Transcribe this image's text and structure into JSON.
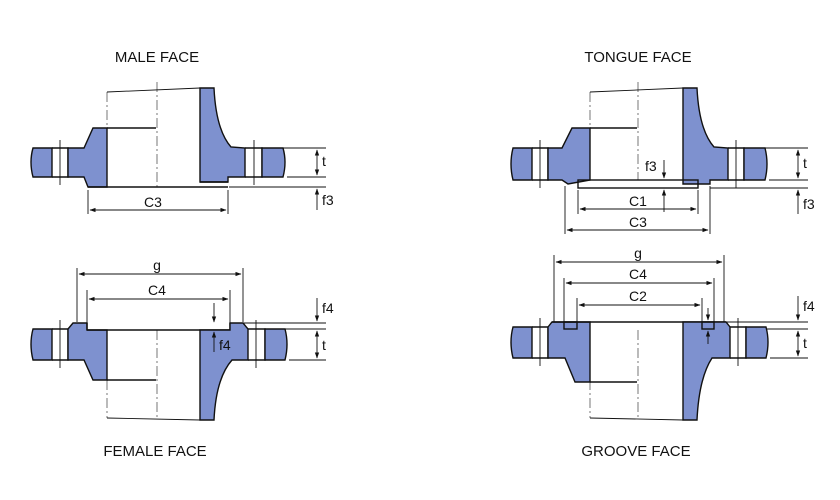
{
  "titles": {
    "male": "MALE FACE",
    "tongue": "TONGUE FACE",
    "female": "FEMALE FACE",
    "groove": "GROOVE FACE"
  },
  "labels": {
    "male_c3": "C3",
    "male_t": "t",
    "male_f3": "f3",
    "tongue_f3_inner": "f3",
    "tongue_c1": "C1",
    "tongue_c3": "C3",
    "tongue_t": "t",
    "tongue_f3": "f3",
    "female_g": "g",
    "female_c4": "C4",
    "female_f4_inner": "f4",
    "female_f4": "f4",
    "female_t": "t",
    "groove_g": "g",
    "groove_c4": "C4",
    "groove_c2": "C2",
    "groove_f4": "f4",
    "groove_t": "t"
  },
  "colors": {
    "face_fill": "#7e91cf",
    "line": "#111111"
  }
}
